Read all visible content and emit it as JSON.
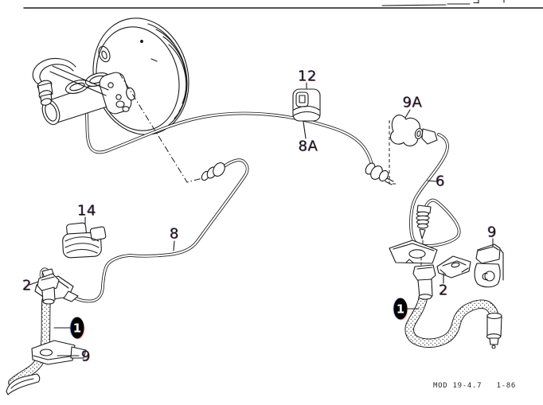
{
  "page": {
    "background": "#ffffff",
    "ink_color": "#1a1a1a",
    "callout_bg": "#000000",
    "callout_text_color": "#ffffff"
  },
  "figure": {
    "type": "exploded-parts-diagram-brake-lines",
    "footer_code": "MOD 19-4.7   1-86"
  },
  "part_labels": [
    {
      "text": "12"
    },
    {
      "text": "8A"
    },
    {
      "text": "9A"
    },
    {
      "text": "6"
    },
    {
      "text": "14"
    },
    {
      "text": "8"
    },
    {
      "text": "2"
    },
    {
      "text": "1"
    },
    {
      "text": "9"
    },
    {
      "text": "9"
    },
    {
      "text": "2"
    },
    {
      "text": "1"
    }
  ]
}
